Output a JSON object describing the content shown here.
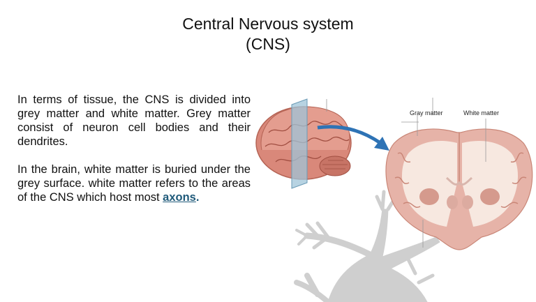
{
  "title": {
    "line1": "Central Nervous system",
    "line2": "(CNS)"
  },
  "paragraphs": {
    "p1": "In terms of tissue, the CNS is divided into grey matter and white matter. Grey matter consist of neuron cell bodies and their dendrites.",
    "p2_text": "In the brain, white matter is buried under the grey surface. white matter refers to the areas of the CNS which host most ",
    "p2_link": "axons",
    "p2_end": "."
  },
  "figure": {
    "label_gray": "Gray matter",
    "label_white": "White matter"
  },
  "colors": {
    "link": "#1f5a7a",
    "arrow": "#2e73b5",
    "neuron": "#cfcfcf",
    "brain_outer": "#e6b3a8",
    "brain_inner": "#f7e8e0"
  }
}
